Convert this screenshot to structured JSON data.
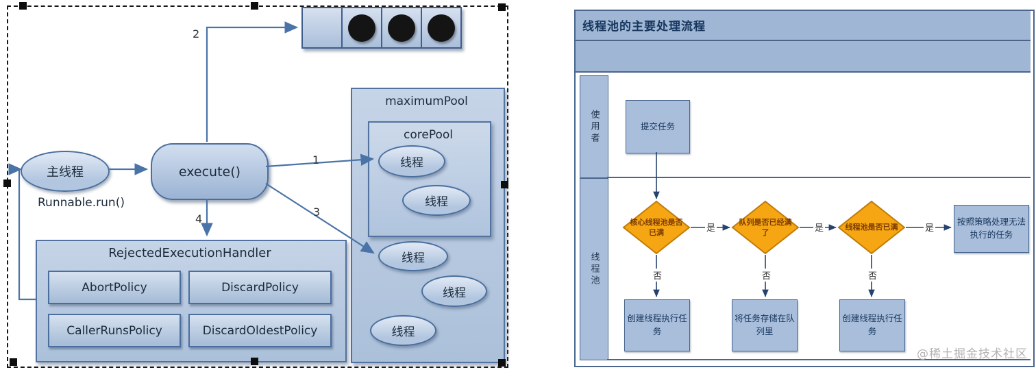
{
  "left_diagram": {
    "queue": {
      "cell_count": 4,
      "task_count": 3
    },
    "main_thread_label": "主线程",
    "runnable_label": "Runnable.run()",
    "execute_label": "execute()",
    "maximum_pool_label": "maximumPool",
    "core_pool_label": "corePool",
    "thread_label": "线程",
    "handler_title": "RejectedExecutionHandler",
    "policies": [
      "AbortPolicy",
      "DiscardPolicy",
      "CallerRunsPolicy",
      "DiscardOldestPolicy"
    ],
    "step_labels": {
      "to_core_pool": "1",
      "to_queue": "2",
      "to_maximum_pool": "3",
      "to_handler": "4"
    }
  },
  "right_diagram": {
    "title": "线程池的主要处理流程",
    "lanes": {
      "user": "使用者",
      "pool": "线程池"
    },
    "nodes": {
      "submit_task": "提交任务",
      "core_pool_full": "核心线程池是否已满",
      "queue_full": "队列是否已经满了",
      "pool_full": "线程池是否已满",
      "reject_handle": "按照策略处理无法执行的任务",
      "create_thread_1": "创建线程执行任务",
      "store_in_queue": "将任务存储在队列里",
      "create_thread_2": "创建线程执行任务"
    },
    "edge_labels": {
      "yes": "是",
      "no": "否"
    }
  },
  "watermark": "@稀土掘金技术社区",
  "colors": {
    "node_blue_fill": "#a9bedb",
    "node_blue_border": "#4a6f9e",
    "panel_blue": "#9fb6d4",
    "diamond_fill": "#f6a513",
    "diamond_border": "#c07c07",
    "arrow_blue": "#4a73a8",
    "arrow_navy": "#26436e",
    "dark_text": "#17365d"
  }
}
